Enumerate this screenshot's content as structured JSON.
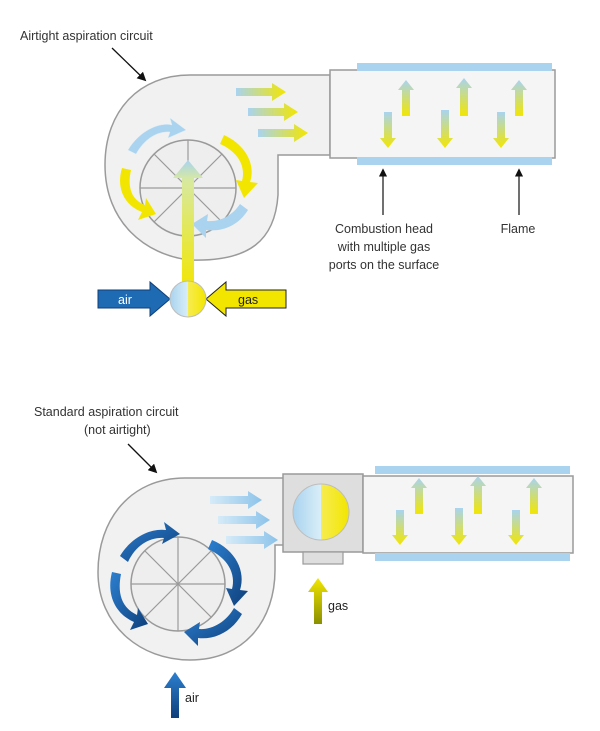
{
  "colors": {
    "blue_light": "#a9d3ef",
    "blue_dark": "#1f6bb3",
    "yellow": "#f2e600",
    "olive": "#8a8f00",
    "housing": "#f1f1f1",
    "outline": "#9a9a9a",
    "grey_body": "#dedede"
  },
  "top": {
    "title": "Airtight aspiration circuit",
    "air_label": "air",
    "gas_label": "gas",
    "combustion_label": [
      "Combustion head",
      "with multiple gas",
      "ports on the surface"
    ],
    "flame_label": "Flame"
  },
  "bottom": {
    "title": [
      "Standard aspiration circuit",
      "(not airtight)"
    ],
    "gas_label": "gas",
    "air_label": "air"
  }
}
